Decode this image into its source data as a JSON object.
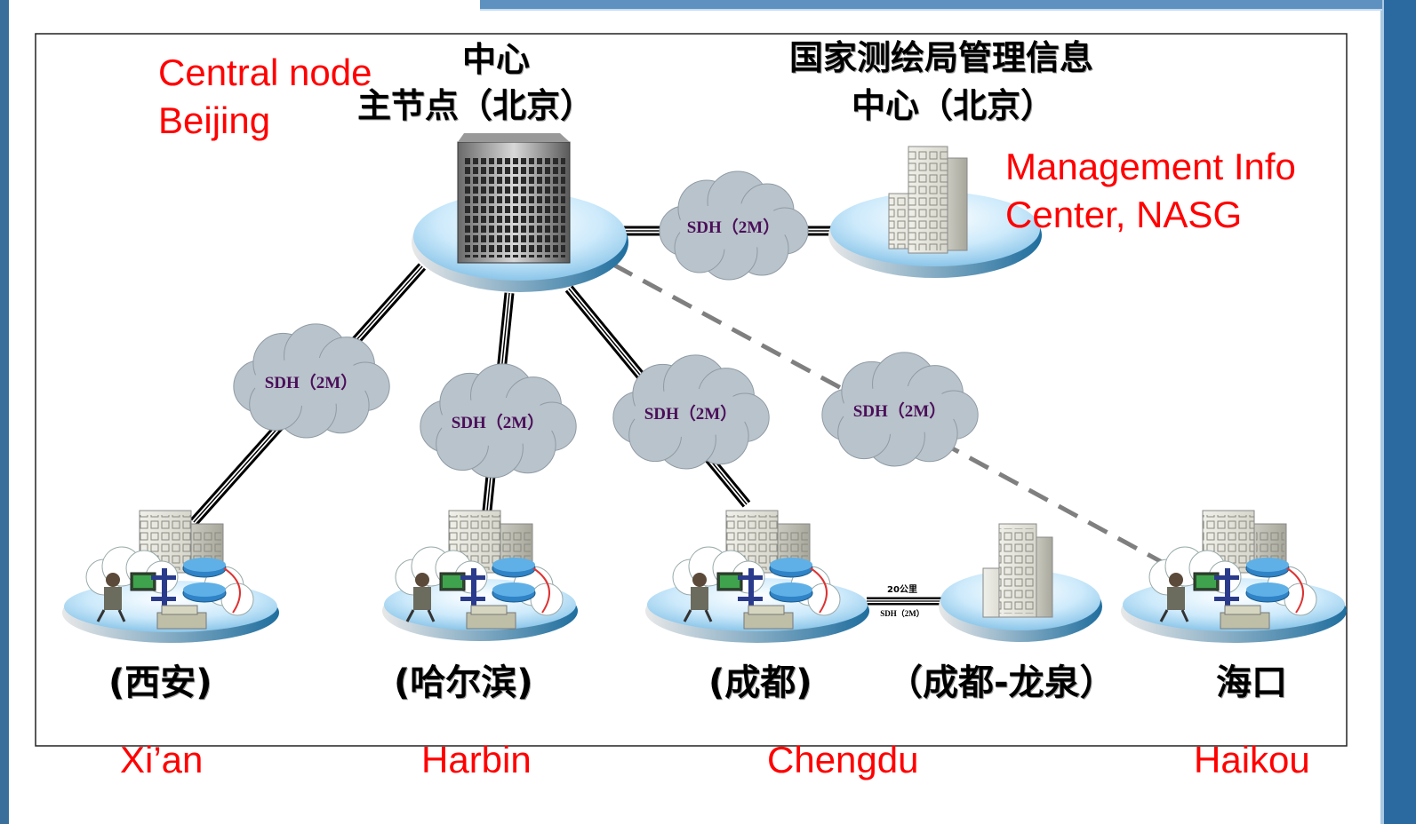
{
  "central_node": {
    "cn_line1": "中心",
    "cn_line2": "主节点（北京）",
    "en_line1": "Central node",
    "en_line2": "Beijing"
  },
  "mgmt_center": {
    "cn_line1": "国家测绘局管理信息",
    "cn_line2": "中心（北京）",
    "en_line1": "Management Info",
    "en_line2": "Center, NASG"
  },
  "link_label": "SDH（2M）",
  "small_link": {
    "distance": "20公里",
    "label": "SDH（2M）"
  },
  "sites": [
    {
      "cn": "(西安)",
      "en": "Xi’an"
    },
    {
      "cn": "(哈尔滨)",
      "en": "Harbin"
    },
    {
      "cn": "(成都)",
      "en": "Chengdu"
    },
    {
      "cn": "（成都-龙泉）",
      "en": ""
    },
    {
      "cn": "海口",
      "en": "Haikou"
    }
  ],
  "colors": {
    "english_label": "#ff0000",
    "cloud_text": "#4b0f5a",
    "cloud_fill": "#b9c3cb",
    "disk_fill": "#bfe3f7",
    "dashed_link": "#7f7f7f"
  }
}
